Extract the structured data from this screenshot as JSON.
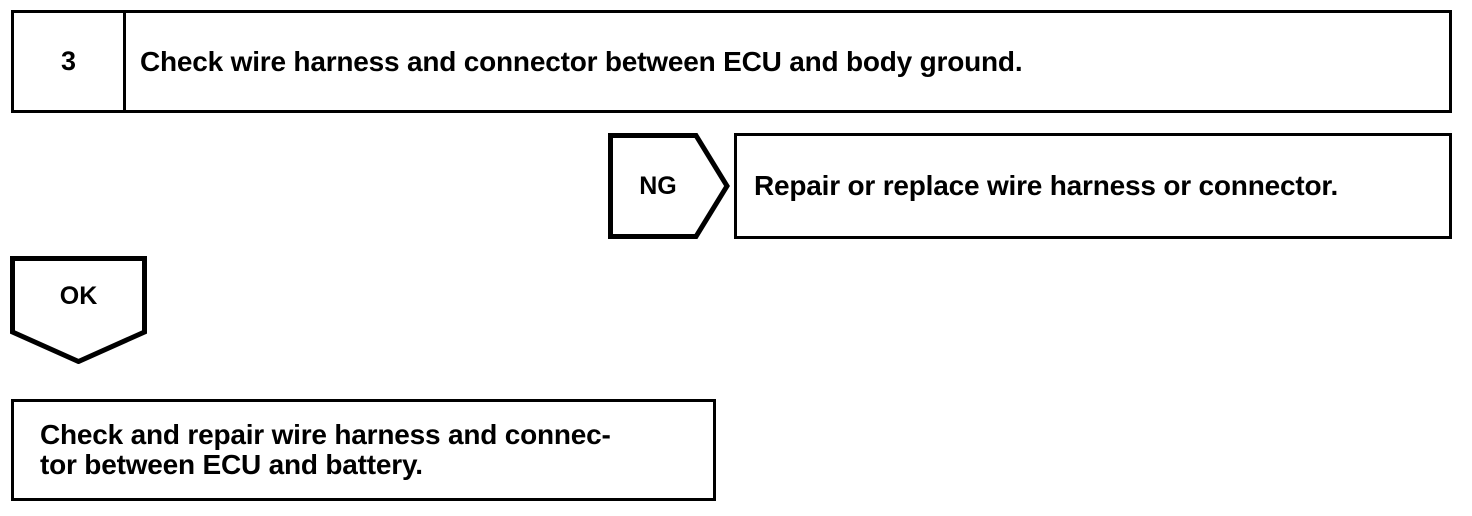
{
  "diagram": {
    "type": "troubleshooting-flowchart",
    "line_color": "#000000",
    "background_color": "#ffffff"
  },
  "step": {
    "number": "3",
    "instruction": "Check wire harness and connector between ECU and body ground."
  },
  "branches": {
    "ng": {
      "label": "NG",
      "arrow_direction": "right",
      "result": "Repair or replace wire harness or connector."
    },
    "ok": {
      "label": "OK",
      "arrow_direction": "down"
    }
  },
  "final_action": {
    "line1": "Check and repair wire harness and connec-",
    "line2": "tor between ECU and battery."
  }
}
